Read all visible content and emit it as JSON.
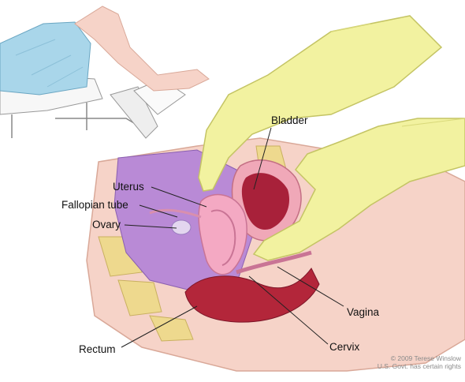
{
  "labels": {
    "bladder": "Bladder",
    "uterus": "Uterus",
    "fallopian_tube": "Fallopian tube",
    "ovary": "Ovary",
    "vagina": "Vagina",
    "rectum": "Rectum",
    "cervix": "Cervix"
  },
  "credit": {
    "line1": "© 2009 Terese Winslow",
    "line2": "U.S. Govt. has certain rights"
  },
  "colors": {
    "skin": "#f6d3c8",
    "skin_dark": "#eab9a9",
    "glove": "#f2f2a0",
    "glove_shade": "#d9d97a",
    "gown": "#a9d6ea",
    "pelvic_cavity": "#b98ad6",
    "uterus": "#f4a9c3",
    "bladder_wall": "#f0a8b8",
    "bladder_inner": "#a8213a",
    "rectum": "#b3263a",
    "bone": "#eed98e",
    "table": "#ffffff"
  }
}
